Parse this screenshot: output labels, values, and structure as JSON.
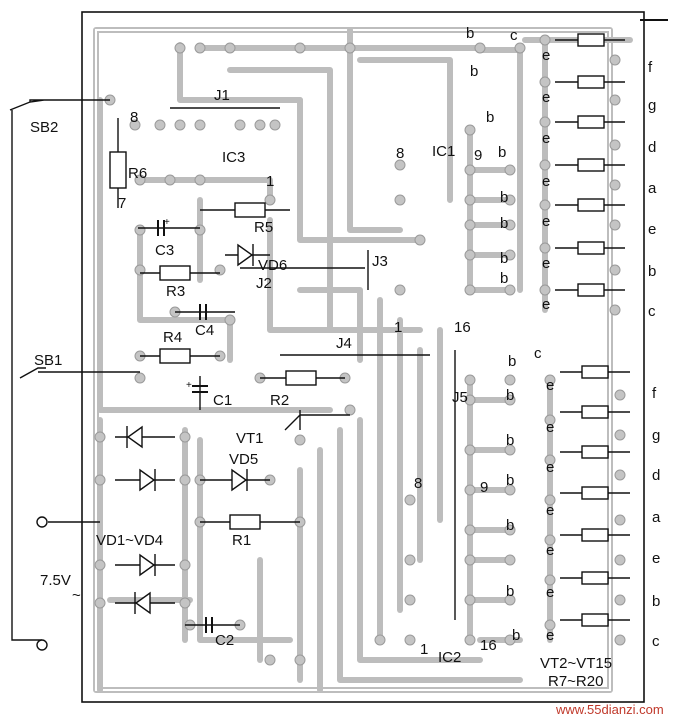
{
  "switches": {
    "sb2": "SB2",
    "sb1": "SB1"
  },
  "resistors": {
    "r6": "R6",
    "r5": "R5",
    "r3": "R3",
    "r4": "R4",
    "r2": "R2",
    "r1": "R1"
  },
  "capacitors": {
    "c3": "C3",
    "c4": "C4",
    "c1": "C1",
    "c2": "C2"
  },
  "diodes": {
    "vd6": "VD6",
    "vd5": "VD5",
    "vd_range": "VD1~VD4"
  },
  "transistors": {
    "vt1": "VT1",
    "vt_range": "VT2~VT15",
    "r_range": "R7~R20"
  },
  "jumpers": {
    "j1": "J1",
    "j2": "J2",
    "j3": "J3",
    "j4": "J4",
    "j5": "J5"
  },
  "ics": {
    "ic3": "IC3",
    "ic1": "IC1",
    "ic2": "IC2"
  },
  "pins": {
    "p8_top": "8",
    "p7": "7",
    "p1_ic3": "1",
    "p8_ic1": "8",
    "p9_ic1": "9",
    "p1_ic1": "1",
    "p16_ic1": "16",
    "p8_ic2": "8",
    "p9_ic2": "9",
    "p1_ic2": "1",
    "p16_ic2": "16"
  },
  "supply": {
    "voltage": "7.5V",
    "ac_symbol": "~"
  },
  "polarity": {
    "plus": "+"
  },
  "segments_upper": [
    "f",
    "g",
    "d",
    "a",
    "e",
    "b",
    "c"
  ],
  "segments_lower": [
    "f",
    "g",
    "d",
    "a",
    "e",
    "b",
    "c"
  ],
  "segment_e": "e",
  "pad_b": "b",
  "pad_c": "c",
  "watermark": "www.55dianzi.com"
}
